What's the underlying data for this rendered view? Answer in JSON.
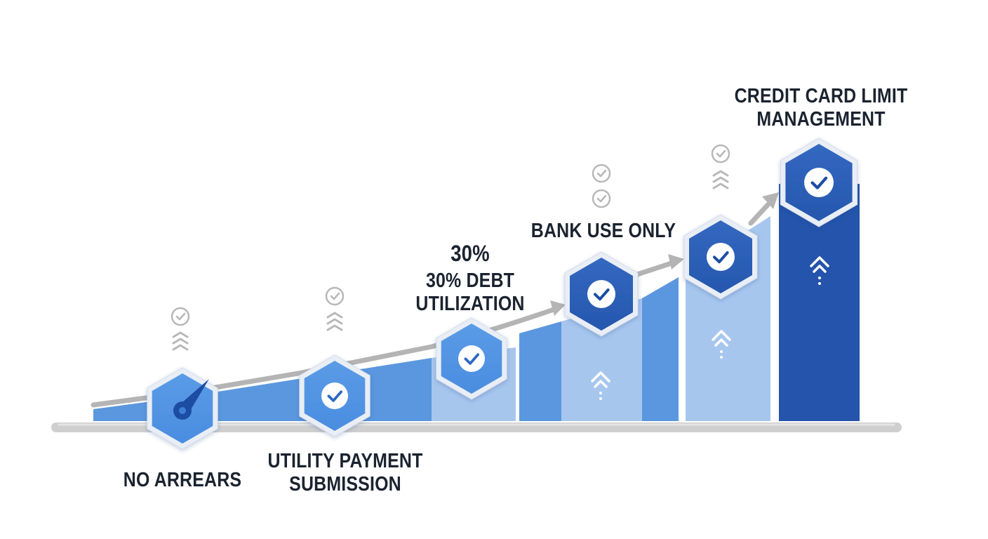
{
  "diagram": {
    "steps": [
      {
        "id": "no-arrears",
        "label_lines": [
          "NO ARREARS"
        ],
        "badge_icon": "gauge-needle-icon",
        "above_icons": [
          "check-circle-icon",
          "chevron-up-icon"
        ]
      },
      {
        "id": "utility-payment",
        "label_lines": [
          "UTILITY PAYMENT",
          "SUBMISSION"
        ],
        "badge_icon": "check-circle-icon",
        "above_icons": [
          "check-circle-icon",
          "chevron-up-icon"
        ]
      },
      {
        "id": "debt-utilization",
        "label_lines": [
          "30% DEBT",
          "UTILIZATION"
        ],
        "highlight": "30%",
        "badge_icon": "check-circle-icon",
        "above_icons": []
      },
      {
        "id": "bank-use-only",
        "label_lines": [
          "BANK USE ONLY"
        ],
        "badge_icon": "check-circle-icon",
        "above_icons": [
          "check-circle-icon",
          "check-circle-icon"
        ],
        "bar_icon": "chevron-up-icon"
      },
      {
        "id": "next-step",
        "label_lines": [],
        "badge_icon": "check-circle-icon",
        "above_icons": [
          "check-circle-icon",
          "chevron-up-icon"
        ],
        "bar_icon": "chevron-up-icon"
      },
      {
        "id": "credit-card-limit",
        "label_lines": [
          "CREDIT CARD LIMIT",
          "MANAGEMENT"
        ],
        "badge_icon": "check-circle-icon",
        "above_icons": [],
        "bar_icon": "chevron-up-icon"
      }
    ],
    "colors": {
      "bar_light": "#a7c6ee",
      "bar_mid": "#5b97de",
      "bar_dark": "#2454ab",
      "hex_fill": "#4a8de0",
      "hex_dark": "#2557ae",
      "baseline": "#cfcfcf",
      "arrow": "#b4b4b4",
      "text": "#1b2330",
      "faint_icon": "#b8b8b8"
    }
  }
}
